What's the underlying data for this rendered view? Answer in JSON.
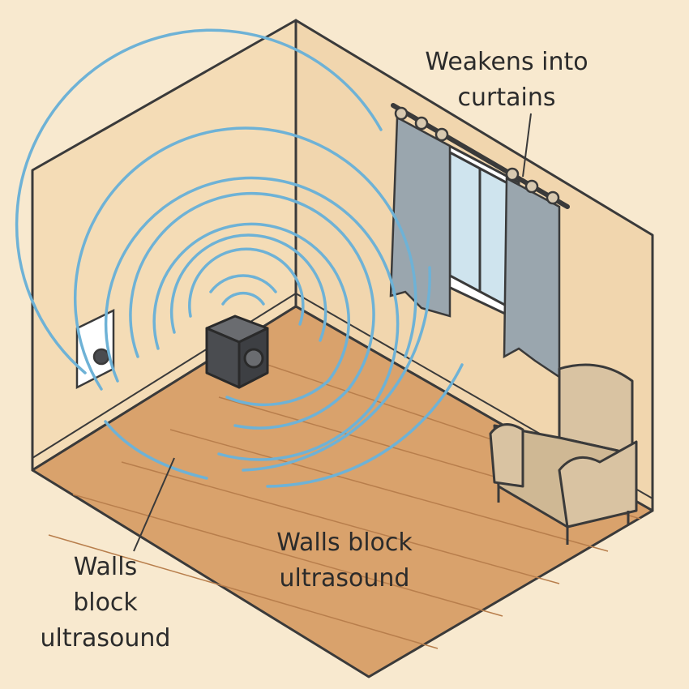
{
  "labels": {
    "curtains": [
      "Weakens into",
      "curtains"
    ],
    "walls_center": [
      "Walls block",
      "ultrasound"
    ],
    "walls_left": [
      "Walls",
      "block",
      "ultrasound"
    ]
  },
  "colors": {
    "background": "#f8e9cf",
    "wall": "#f4dcb6",
    "floor": "#d9a26c",
    "wave": "#6eb2d6",
    "curtain": "#9aa6ae",
    "device": "#4a4c50"
  }
}
